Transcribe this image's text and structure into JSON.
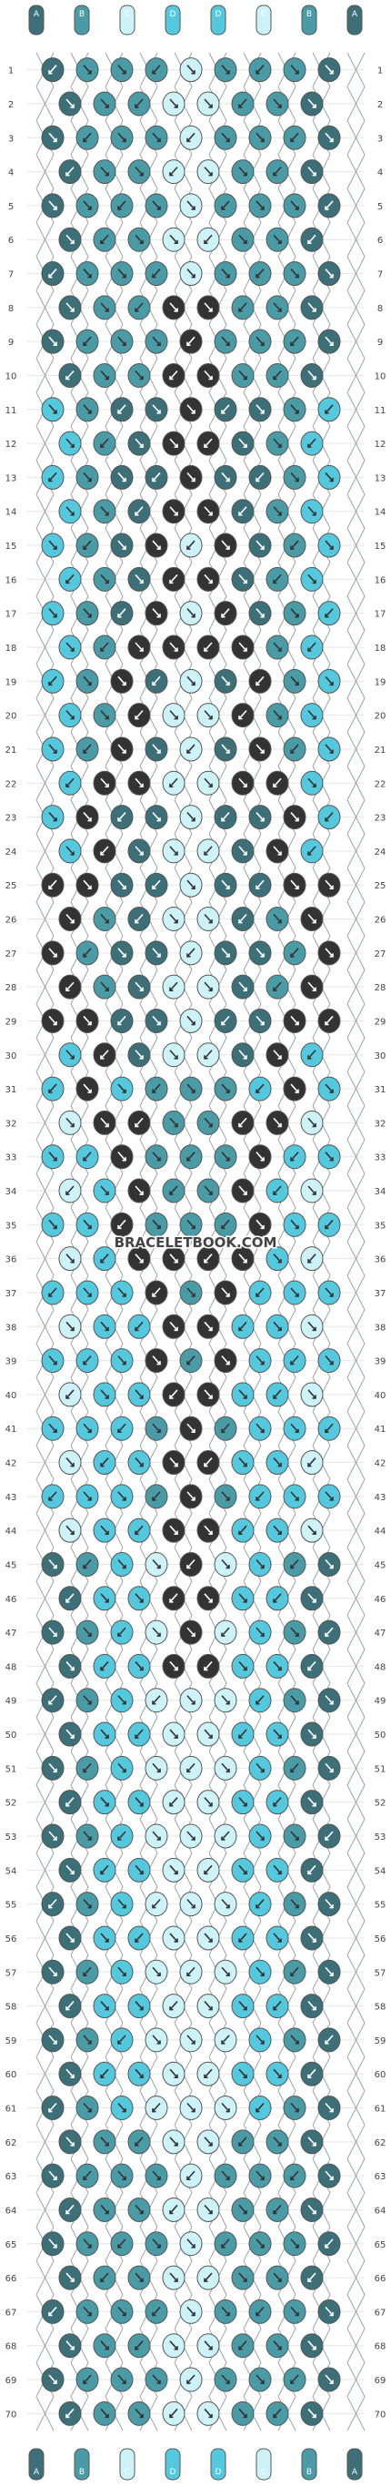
{
  "site": "BRACELETBOOK.COM",
  "strand_labels_top": [
    "A",
    "B",
    "C",
    "D",
    "D",
    "C",
    "B",
    "A"
  ],
  "strand_labels_bottom": [
    "A",
    "B",
    "C",
    "D",
    "D",
    "C",
    "B",
    "A"
  ],
  "row_count": 70,
  "row_numbers": [
    "1",
    "2",
    "3",
    "4",
    "5",
    "6",
    "7",
    "8",
    "9",
    "10",
    "11",
    "12",
    "13",
    "14",
    "15",
    "16",
    "17",
    "18",
    "19",
    "20",
    "21",
    "22",
    "23",
    "24",
    "25",
    "26",
    "27",
    "28",
    "29",
    "30",
    "31",
    "32",
    "33",
    "34",
    "35",
    "36",
    "37",
    "38",
    "39",
    "40",
    "41",
    "42",
    "43",
    "44",
    "45",
    "46",
    "47",
    "48",
    "49",
    "50",
    "51",
    "52",
    "53",
    "54",
    "55",
    "56",
    "57",
    "58",
    "59",
    "60",
    "61",
    "62",
    "63",
    "64",
    "65",
    "66",
    "67",
    "68",
    "69",
    "70"
  ],
  "colors": {
    "A": "#3d6f78",
    "B": "#4a9ba6",
    "C": "#cdf3f8",
    "D": "#56c8dd",
    "K": "#333333",
    "string_line": "#9aa3a6",
    "row_line": "#e6e6e6",
    "text": "#444444"
  },
  "knot_colors": {
    "legend": "A=dark teal, B=teal, C=pale aqua, D=bright aqua, K=dark grey"
  }
}
